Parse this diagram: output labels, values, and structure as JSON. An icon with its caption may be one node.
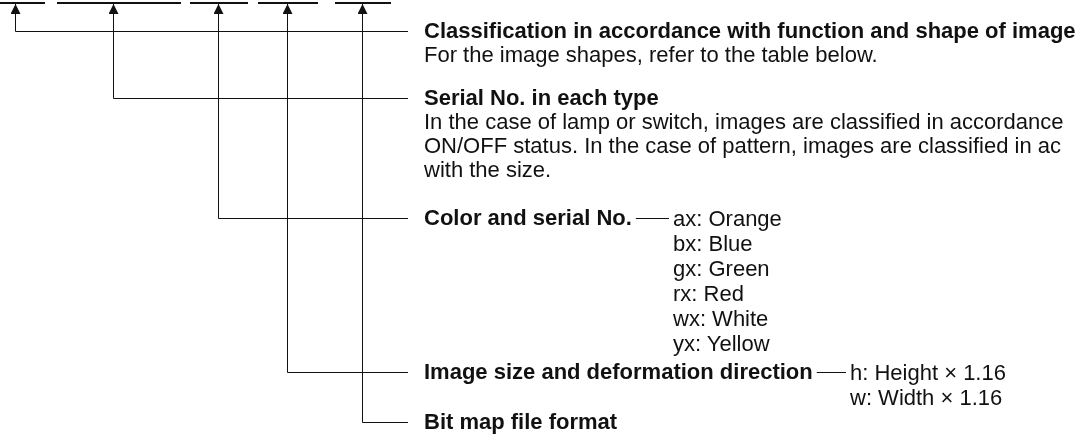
{
  "diagram": {
    "nodes": [
      {
        "text": [],
        "shape": "bar"
      },
      {
        "text": [],
        "shape": "bar"
      },
      {
        "text": [],
        "shape": "bar"
      },
      {
        "text": [],
        "shape": "bar"
      },
      {
        "text": [],
        "shape": "bar"
      },
      {
        "text": [
          "Classification in accordance with function and shape of image",
          "For the image shapes, refer to the table below."
        ]
      },
      {
        "text": [
          "Serial No. in each type",
          "In the case of lamp or switch, images are classified in accordance ON/OFF status.  In the case of pattern, images are classified in ac with the size."
        ]
      },
      {
        "text": [
          "Color and serial No."
        ]
      },
      {
        "text": [
          "ax: Orange",
          "bx: Blue",
          "gx: Green",
          "rx: Red",
          "wx: White",
          "yx: Yellow"
        ]
      },
      {
        "text": [
          "Image size and deformation direction"
        ]
      },
      {
        "text": [
          "h: Height × 1.16",
          "w: Width × 1.16"
        ]
      },
      {
        "text": [
          "Bit map file format"
        ]
      }
    ],
    "edges": [
      {
        "from": 5,
        "to": 0,
        "arrow": "to"
      },
      {
        "from": 6,
        "to": 1,
        "arrow": "to"
      },
      {
        "from": 7,
        "to": 2,
        "arrow": "to"
      },
      {
        "from": 9,
        "to": 3,
        "arrow": "to"
      },
      {
        "from": 11,
        "to": 4,
        "arrow": "to"
      },
      {
        "from": 7,
        "to": 8,
        "arrow": "none"
      },
      {
        "from": 9,
        "to": 10,
        "arrow": "none"
      }
    ]
  }
}
